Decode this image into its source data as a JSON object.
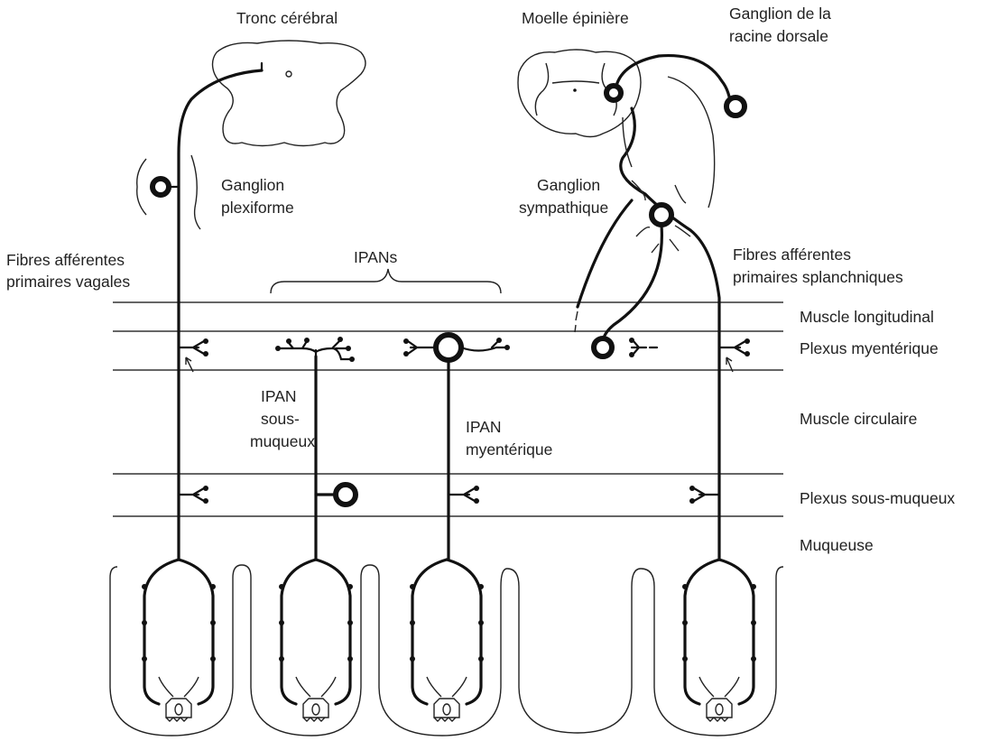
{
  "labels": {
    "brainstem": "Tronc cérébral",
    "spinal_cord": "Moelle épinière",
    "drg_1": "Ganglion de la",
    "drg_2": "racine dorsale",
    "plexiform_1": "Ganglion",
    "plexiform_2": "plexiforme",
    "sympathetic_1": "Ganglion",
    "sympathetic_2": "sympathique",
    "vagal_1": "Fibres afférentes",
    "vagal_2": "primaires vagales",
    "splanchnic_1": "Fibres afférentes",
    "splanchnic_2": "primaires splanchniques",
    "ipans": "IPANs",
    "longitudinal_muscle": "Muscle longitudinal",
    "myenteric_plexus": "Plexus myentérique",
    "circular_muscle": "Muscle circulaire",
    "submucosal_plexus": "Plexus sous-muqueux",
    "mucosa": "Muqueuse",
    "submucosal_ipan_1": "IPAN",
    "submucosal_ipan_2": "sous-",
    "submucosal_ipan_3": "muqueux",
    "myenteric_ipan_1": "IPAN",
    "myenteric_ipan_2": "myentérique"
  }
}
